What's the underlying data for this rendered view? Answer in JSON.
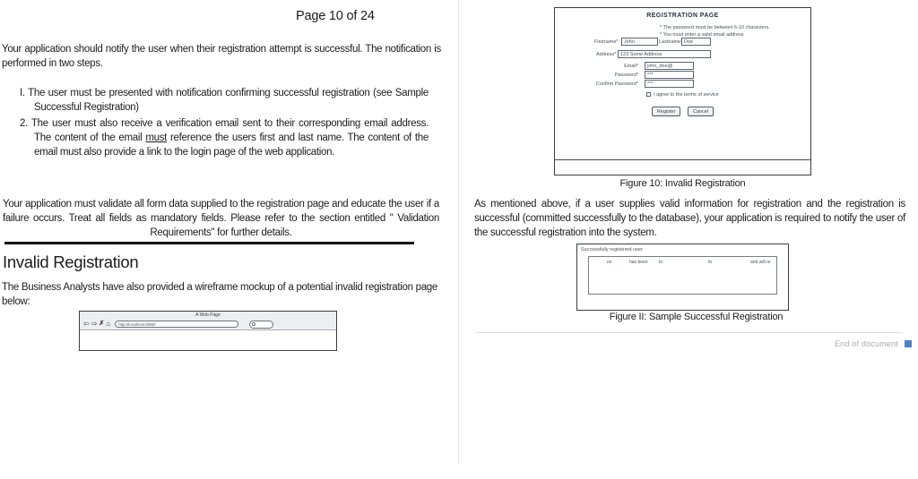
{
  "page_header": {
    "page_number": "Page 10 of 24"
  },
  "left": {
    "intro": "Your application should notify the user when their registration attempt is successful. The notification is performed in two steps.",
    "list": {
      "item1": {
        "marker": "I.",
        "text": " The user must be presented with notification confirming successful registration (see Sample Successful Registration)"
      },
      "item2": {
        "marker": "2.",
        "part1": " The user must also receive a verification email sent to their corresponding email address. The content of the email ",
        "emphasis": "must",
        "part2": " reference the users first and last name. The content of the email must also provide a link to the login page of the web application."
      }
    },
    "validation_para": "Your application must validate all form data supplied to the registration page and educate the user if a failure occurs. Treat all fields as mandatory fields. Please refer to the section entitled \" Validation Requirements\" for further details.",
    "section_heading": "Invalid Registration",
    "wireframe_intro": "The Business Analysts have also provided a wireframe mockup of a potential invalid registration page below:",
    "browser_mockup": {
      "window_title": "A Web Page",
      "url": "http://localhost:8080/",
      "back_icon": "⇦",
      "forward_icon": "⇨",
      "stop_icon": "✗",
      "home_icon": "⌂"
    }
  },
  "right": {
    "registration_mockup": {
      "title": "REGISTRATION PAGE",
      "errors": [
        "* The password must be between 6-10 characters.",
        "* You must enter a valid email address"
      ],
      "firstname_label": "Firstname*",
      "firstname_value": "John",
      "lastname_label": "Lastname*",
      "lastname_value": "Doe",
      "address_label": "Address*",
      "address_value": "123 Some Address",
      "email_label": "Email*",
      "email_value": "john_doe@",
      "password_label": "Password*",
      "password_value": "***",
      "confirm_label": "Confirm Password*",
      "confirm_value": "***",
      "terms_label": "I agree to the terms of service",
      "register_button": "Register",
      "cancel_button": "Cancel"
    },
    "figure10_caption": "Figure 10: Invalid Registration",
    "success_para": "As mentioned above, if a user supplies valid information for registration and the registration is successful (committed successfully to the database), your application is required to notify the user of the successful registration into the system.",
    "success_mockup": {
      "header": "Successfully registered user",
      "fragments": [
        "on",
        "has been",
        "to",
        "to",
        "and will re"
      ]
    },
    "figure11_caption": "Figure II: Sample Successful Registration",
    "end_of_document": "End of document"
  },
  "colors": {
    "accent_blue": "#4f81bd",
    "divider": "#e4e4e4"
  }
}
